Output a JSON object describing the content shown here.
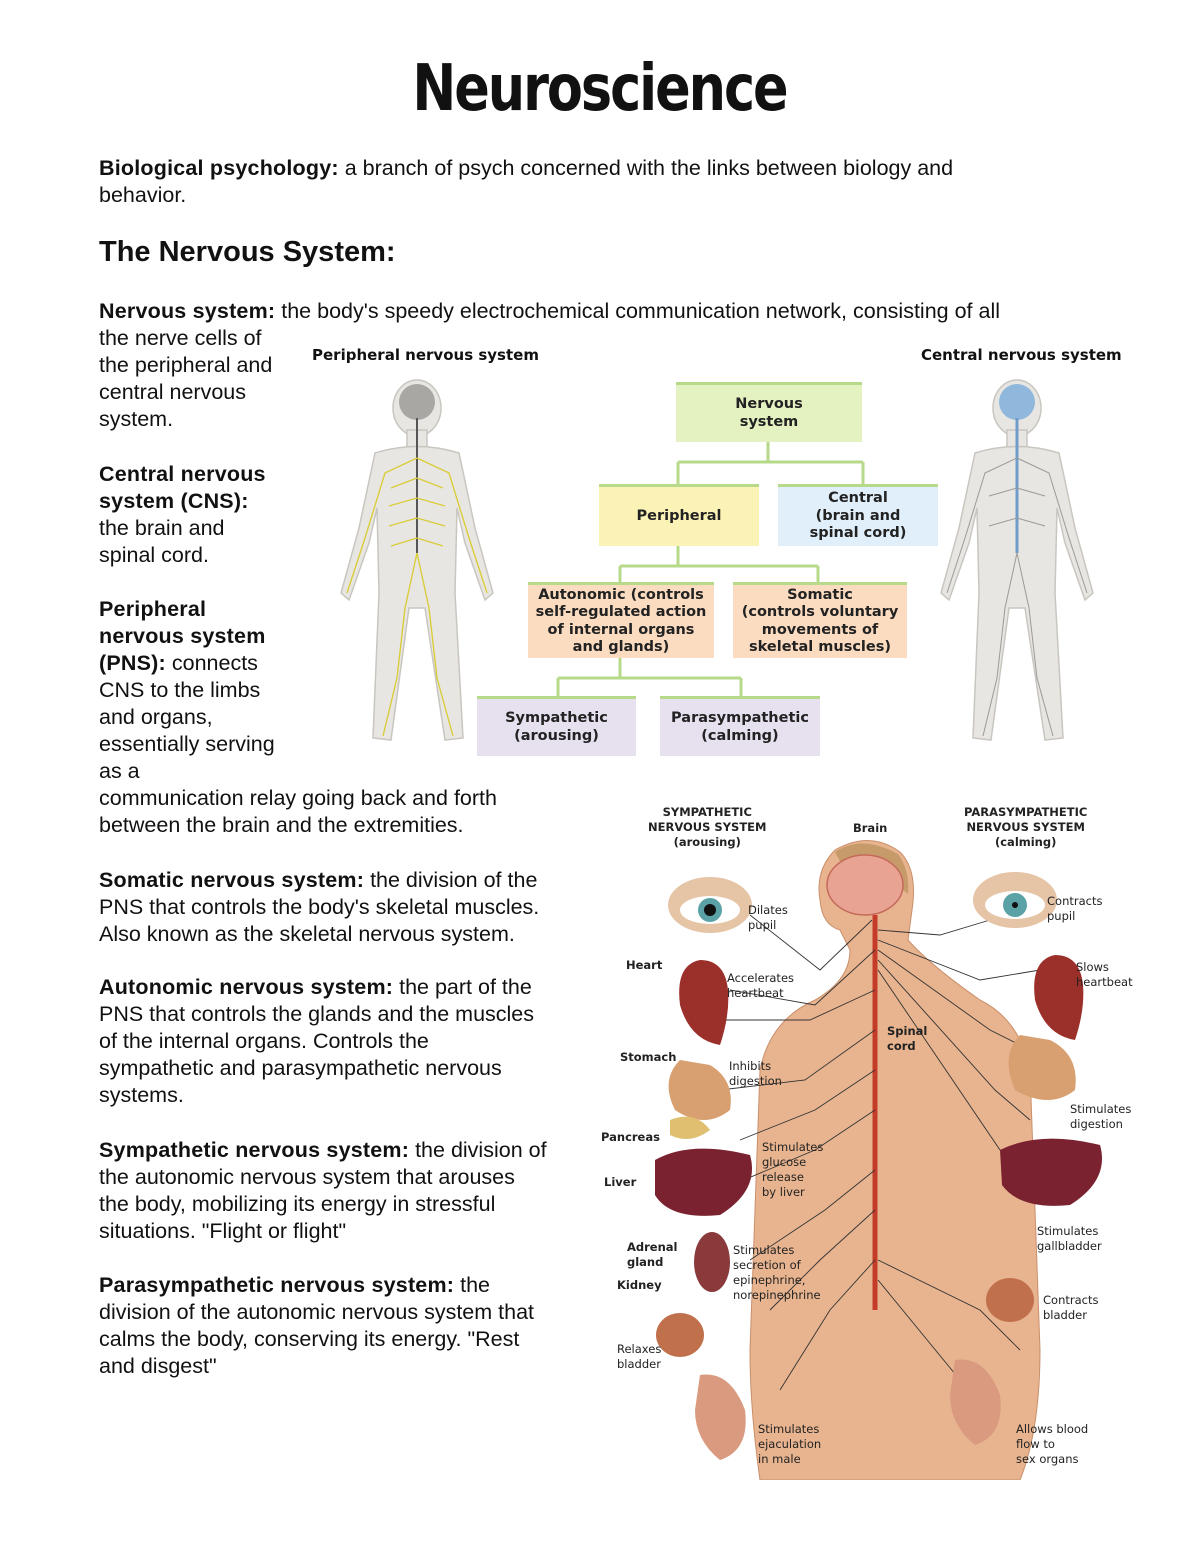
{
  "title": "Neuroscience",
  "biopsych": {
    "term": "Biological psychology:",
    "def": " a branch of psych concerned with the links between biology and",
    "def2": "behavior."
  },
  "section_heading": "The Nervous System:",
  "nervous": {
    "term": "Nervous system:",
    "line1": " the body's speedy electrochemical communication network, consisting of all",
    "lines": [
      "the nerve cells of",
      "the peripheral and",
      "central nervous",
      "system."
    ]
  },
  "cns": {
    "term_lines": [
      "Central nervous",
      "system (CNS):"
    ],
    "lines": [
      "the brain and",
      "spinal cord."
    ]
  },
  "pns": {
    "term_lines": [
      "Peripheral",
      "nervous system",
      "(PNS):"
    ],
    "first": " connects",
    "lines": [
      "CNS to the limbs",
      "and organs,",
      "essentially serving",
      "as a",
      "communication relay going back and forth",
      "between the brain and the extremities."
    ]
  },
  "somatic": {
    "term": "Somatic nervous system:",
    "first": " the division of the",
    "lines": [
      "PNS that controls the body's skeletal muscles.",
      "Also known as the skeletal nervous system."
    ]
  },
  "autonomic": {
    "term": "Autonomic nervous system:",
    "first": " the part of the",
    "lines": [
      "PNS that controls the glands and the muscles",
      "of the internal organs.  Controls the",
      "sympathetic and parasympathetic nervous",
      "systems."
    ]
  },
  "sympathetic": {
    "term": "Sympathetic nervous system:",
    "first": " the division of",
    "lines": [
      "the autonomic nervous system that arouses",
      "the body, mobilizing its energy in stressful",
      "situations. \"Flight or flight\""
    ]
  },
  "parasympathetic": {
    "term": "Parasympathetic nervous system:",
    "first": " the",
    "lines": [
      "division of the autonomic nervous system that",
      "calms the body, conserving its energy. \"Rest",
      "and disgest\""
    ]
  },
  "fig1": {
    "left_label": "Peripheral nervous system",
    "right_label": "Central nervous system",
    "boxes": {
      "nervous": "Nervous\nsystem",
      "peripheral": "Peripheral",
      "central": "Central\n(brain and\nspinal cord)",
      "autonomic": "Autonomic (controls\nself-regulated action\nof internal organs\nand glands)",
      "somatic": "Somatic\n(controls voluntary\nmovements of\nskeletal muscles)",
      "sympathetic": "Sympathetic\n(arousing)",
      "parasympathetic": "Parasympathetic\n(calming)"
    },
    "colors": {
      "green": "#e4f2c2",
      "yellow": "#fbf2b5",
      "blue": "#e1effa",
      "orange": "#fbdcc0",
      "purple": "#e7e1ef",
      "line": "#b7d98a"
    }
  },
  "fig2": {
    "symp_head": "SYMPATHETIC\nNERVOUS SYSTEM\n(arousing)",
    "brain": "Brain",
    "para_head": "PARASYMPATHETIC\nNERVOUS SYSTEM\n(calming)",
    "spinal": "Spinal\ncord",
    "organs_left": [
      "Heart",
      "Stomach",
      "Pancreas",
      "Liver",
      "Adrenal\ngland",
      "Kidney",
      "Relaxes\nbladder"
    ],
    "symp_effects": [
      "Dilates\npupil",
      "Accelerates\nheartbeat",
      "Inhibits\ndigestion",
      "Stimulates\nglucose\nrelease\nby liver",
      "Stimulates\nsecretion of\nepinephrine,\nnorepinephrine",
      "Stimulates\nejaculation\nin male"
    ],
    "para_effects": [
      "Contracts\npupil",
      "Slows\nheartbeat",
      "Stimulates\ndigestion",
      "Stimulates\ngallbladder",
      "Contracts\nbladder",
      "Allows blood\nflow to\nsex organs"
    ]
  }
}
